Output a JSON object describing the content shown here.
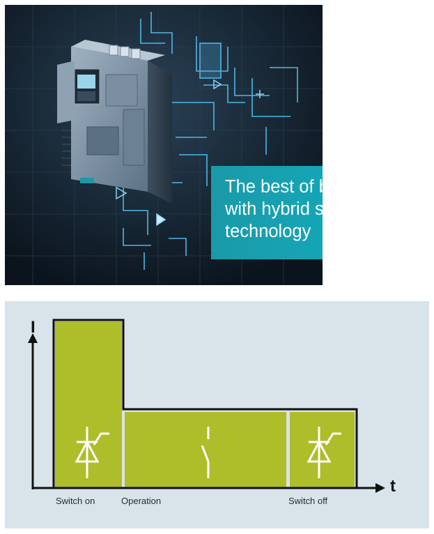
{
  "hero": {
    "headline_lines": [
      "The best of both worlds",
      "with hybrid switching",
      "technology"
    ],
    "colors": {
      "background": "#0f1b27",
      "banner": "#14a6b8",
      "circuit_lines": "#4fb8e6"
    }
  },
  "diagram": {
    "y_axis_label": "I",
    "x_axis_label": "t",
    "phases": [
      {
        "label": "Switch on",
        "symbol": "thyristor-icon"
      },
      {
        "label": "Operation",
        "symbol": "mechanical-switch-icon"
      },
      {
        "label": "Switch off",
        "symbol": "thyristor-icon"
      }
    ],
    "colors": {
      "fill": "#aebd2a",
      "background": "#d9e3ea",
      "outline": "#111111"
    }
  }
}
